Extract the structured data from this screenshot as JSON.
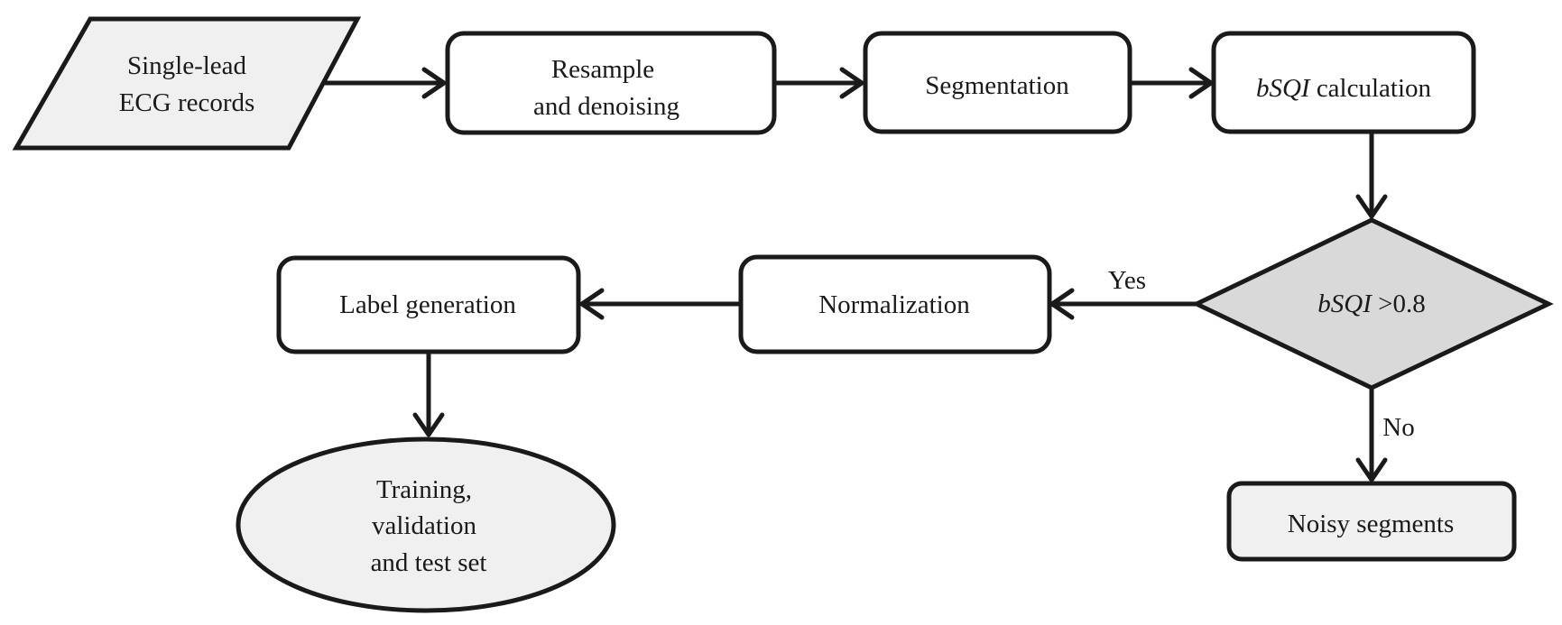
{
  "colors": {
    "stroke": "#1a1a1a",
    "node_white": "#ffffff",
    "node_light": "#f0f0f0",
    "node_decision": "#d9d9d9",
    "text": "#1a1a1a"
  },
  "nodes": {
    "input": {
      "shape": "parallelogram",
      "line1": "Single-lead",
      "line2": "ECG records"
    },
    "resample": {
      "shape": "rounded-rectangle",
      "line1": "Resample",
      "line2": "and denoising"
    },
    "segmentation": {
      "shape": "rounded-rectangle",
      "label": "Segmentation"
    },
    "bsqi_calc": {
      "shape": "rounded-rectangle",
      "italic": "bSQI",
      "rest": " calculation"
    },
    "decision": {
      "shape": "diamond",
      "italic": "bSQI",
      "rest": " >0.8"
    },
    "normalization": {
      "shape": "rounded-rectangle",
      "label": "Normalization"
    },
    "label_gen": {
      "shape": "rounded-rectangle",
      "label": "Label generation"
    },
    "noisy": {
      "shape": "rounded-rectangle",
      "label": "Noisy segments"
    },
    "output": {
      "shape": "ellipse",
      "line1": "Training,",
      "line2": "validation",
      "line3": "and test set"
    }
  },
  "edges": {
    "yes_label": "Yes",
    "no_label": "No"
  }
}
